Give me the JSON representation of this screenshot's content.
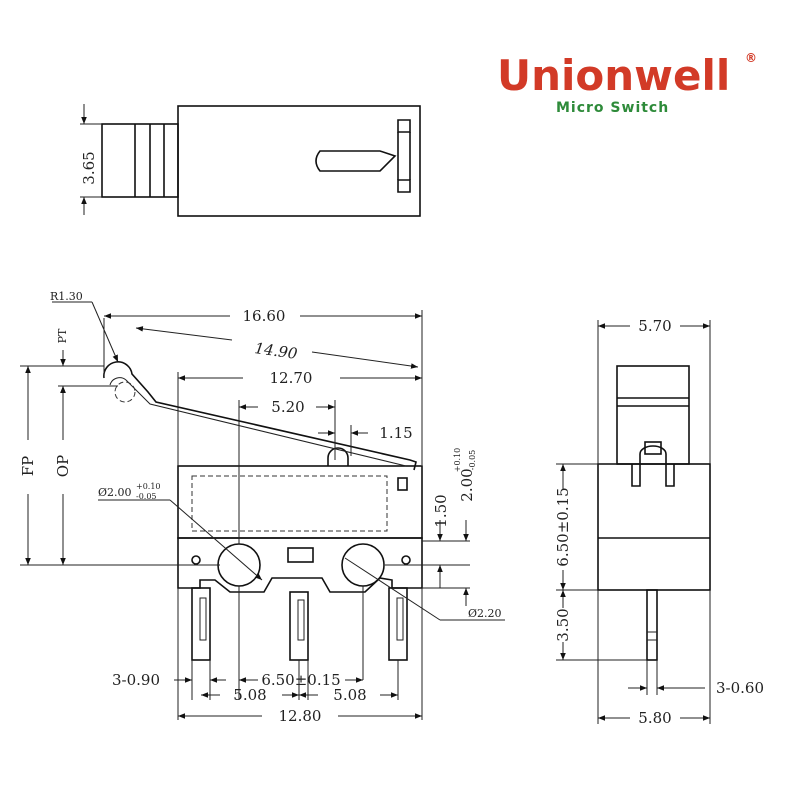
{
  "brand": {
    "name": "Unionwell",
    "registered": "®",
    "tagline": "Micro Switch",
    "name_color": "#d23a27",
    "tagline_color": "#2e8b3a"
  },
  "top_view": {
    "height_dim": "3.65"
  },
  "front_view": {
    "radius_label": "R1.30",
    "pt_label": "PT",
    "fp_label": "FP",
    "op_label": "OP",
    "lever_length": "16.60",
    "lever_length_2": "14.90",
    "body_length": "12.70",
    "hole_offset": "5.20",
    "actuator_offset": "1.15",
    "hole_diameter_label": "Ø2.00",
    "hole_tol_upper": "+0.10",
    "hole_tol_lower": "-0.05",
    "hole_height": "1.50",
    "hole_height_2": "2.00",
    "hole_height_2_upper": "+0.10",
    "hole_height_2_lower": "-0.05",
    "hole_diameter_2": "Ø2.20",
    "pin_width": "3-0.90",
    "hole_pitch": "6.50±0.15",
    "pin_pitch_left": "5.08",
    "pin_pitch_right": "5.08",
    "base_length": "12.80"
  },
  "side_view": {
    "top_width": "5.70",
    "body_height": "6.50±0.15",
    "pin_length": "3.50",
    "pin_width": "3-0.60",
    "base_width": "5.80"
  }
}
